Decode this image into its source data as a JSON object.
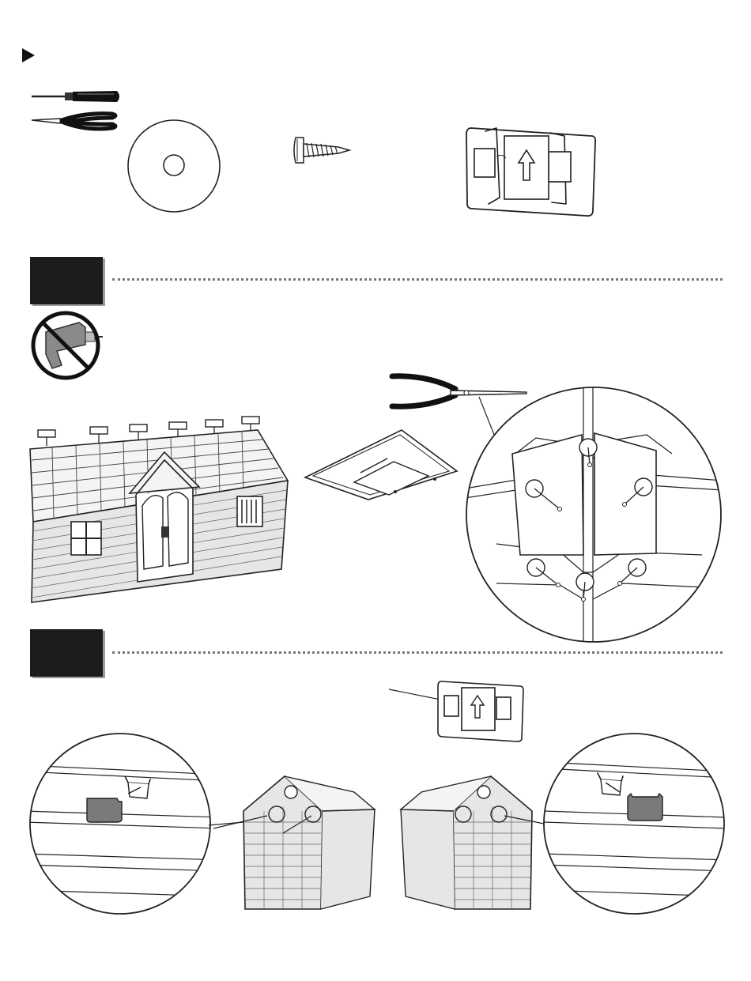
{
  "page": {
    "background": "#ffffff",
    "ink": "#1e1e1e"
  },
  "header": {
    "bullet_icon": "play-triangle-icon"
  },
  "tools": {
    "icons": [
      "screwdriver-icon",
      "pliers-icon"
    ]
  },
  "parts": {
    "items": [
      {
        "icon": "washer-icon"
      },
      {
        "icon": "screw-icon"
      },
      {
        "icon": "alignment-clip-icon"
      }
    ]
  },
  "steps": [
    {
      "badge_color": "#1c1c1c",
      "warning_icon": "no-power-drill-icon",
      "illustrations": [
        "shed-roof-caps-illustration",
        "roof-cap-panel-illustration",
        "cap-screw-detail-illustration"
      ]
    },
    {
      "badge_color": "#1c1c1c",
      "illustrations": [
        "clip-reference-illustration",
        "left-gable-detail-illustration",
        "shed-gable-views-illustration",
        "right-gable-detail-illustration"
      ]
    }
  ],
  "colors": {
    "clip_fill": "#7a7a7a",
    "shed_fill": "#e6e6e6",
    "roof_fill": "#f4f4f4"
  }
}
